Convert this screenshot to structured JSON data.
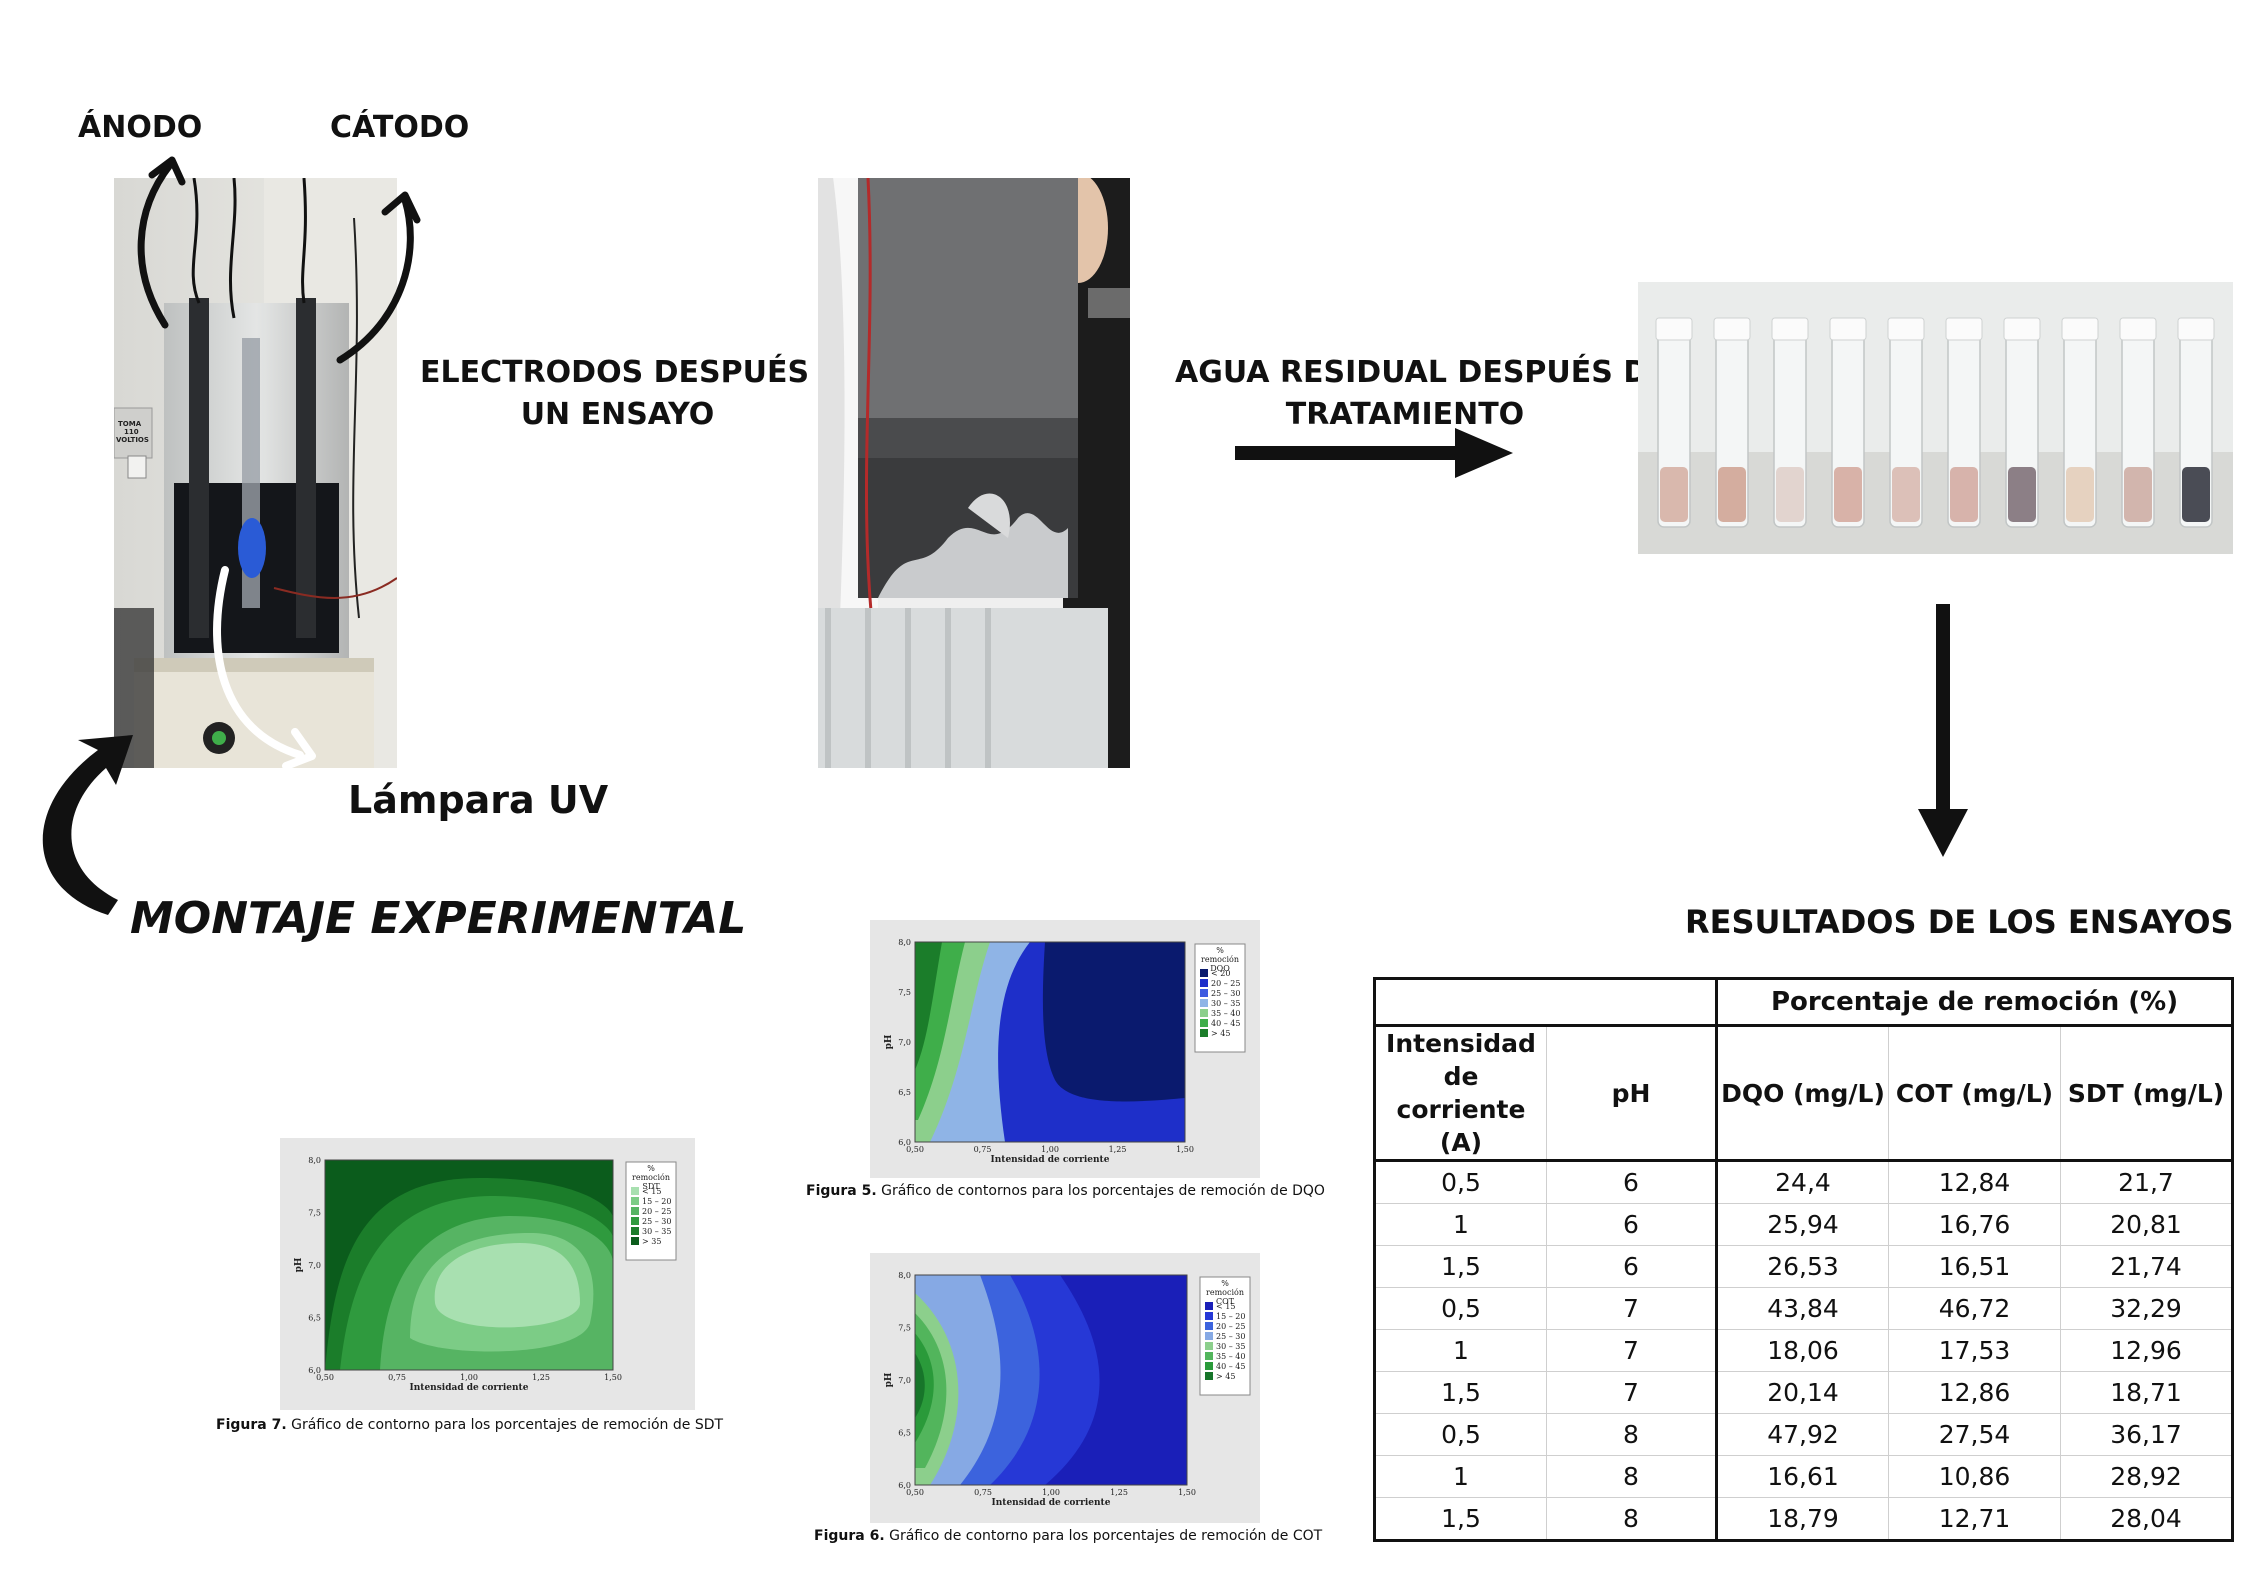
{
  "labels": {
    "anodo": "ÁNODO",
    "catodo": "CÁTODO",
    "electrodos_line1": "ELECTRODOS DESPUÉS DE",
    "electrodos_line2": "UN ENSAYO",
    "agua_line1": "AGUA RESIDUAL DESPUÉS DEL",
    "agua_line2": "TRATAMIENTO",
    "lampara": "Lámpara UV",
    "montaje": "MONTAJE EXPERIMENTAL",
    "resultados": "RESULTADOS DE LOS ENSAYOS"
  },
  "photo_text": {
    "toma_line1": "TOMA",
    "toma_line2": "110",
    "toma_line3": "VOLTIOS"
  },
  "figures": {
    "fig5": {
      "caption_bold": "Figura 5.",
      "caption_text": " Gráfico de contornos para los porcentajes de remoción de DQO",
      "legend_title": [
        "%",
        "remoción",
        "DQO"
      ],
      "legend_items": [
        "< 20",
        "20 – 25",
        "25 – 30",
        "30 – 35",
        "35 – 40",
        "40 – 45",
        "> 45"
      ],
      "legend_colors": [
        "#0a1a6e",
        "#1e2fc9",
        "#3d5be0",
        "#8fb4e6",
        "#8ccf8c",
        "#3fae4a",
        "#1b7d2a"
      ],
      "x_ticks": [
        "0,50",
        "0,75",
        "1,00",
        "1,25",
        "1,50"
      ],
      "y_ticks": [
        "8,0",
        "7,5",
        "7,0",
        "6,5",
        "6,0"
      ],
      "xlabel": "Intensidad de corriente",
      "ylabel": "pH"
    },
    "fig6": {
      "caption_bold": "Figura 6.",
      "caption_text": " Gráfico de contorno para los porcentajes de remoción de COT",
      "legend_title": [
        "%",
        "remoción",
        "COT"
      ],
      "legend_items": [
        "< 15",
        "15 – 20",
        "20 – 25",
        "25 – 30",
        "30 – 35",
        "35 – 40",
        "40 – 45",
        "> 45"
      ],
      "legend_colors": [
        "#1a1fb8",
        "#2638d6",
        "#3c63dd",
        "#86a9e4",
        "#8ccf8c",
        "#52b55c",
        "#2a9a3a",
        "#17752a"
      ],
      "x_ticks": [
        "0,50",
        "0,75",
        "1,00",
        "1,25",
        "1,50"
      ],
      "y_ticks": [
        "8,0",
        "7,5",
        "7,0",
        "6,5",
        "6,0"
      ],
      "xlabel": "Intensidad de corriente",
      "ylabel": "pH"
    },
    "fig7": {
      "caption_bold": "Figura 7.",
      "caption_text": " Gráfico de contorno para los porcentajes de remoción de SDT",
      "legend_title": [
        "%",
        "remoción",
        "SDT"
      ],
      "legend_items": [
        "< 15",
        "15 – 20",
        "20 – 25",
        "25 – 30",
        "30 – 35",
        "> 35"
      ],
      "legend_colors": [
        "#a8e0b0",
        "#7ccc86",
        "#56b463",
        "#2f9a3e",
        "#1b7d2a",
        "#0b5c1c"
      ],
      "x_ticks": [
        "0,50",
        "0,75",
        "1,00",
        "1,25",
        "1,50"
      ],
      "y_ticks": [
        "8,0",
        "7,5",
        "7,0",
        "6,5",
        "6,0"
      ],
      "xlabel": "Intensidad de corriente",
      "ylabel": "pH"
    }
  },
  "table": {
    "group_header": "Porcentaje de remoción (%)",
    "columns": [
      "Intensidad de corriente (A)",
      "pH",
      "DQO (mg/L)",
      "COT (mg/L)",
      "SDT (mg/L)"
    ],
    "rows": [
      [
        "0,5",
        "6",
        "24,4",
        "12,84",
        "21,7"
      ],
      [
        "1",
        "6",
        "25,94",
        "16,76",
        "20,81"
      ],
      [
        "1,5",
        "6",
        "26,53",
        "16,51",
        "21,74"
      ],
      [
        "0,5",
        "7",
        "43,84",
        "46,72",
        "32,29"
      ],
      [
        "1",
        "7",
        "18,06",
        "17,53",
        "12,96"
      ],
      [
        "1,5",
        "7",
        "20,14",
        "12,86",
        "18,71"
      ],
      [
        "0,5",
        "8",
        "47,92",
        "27,54",
        "36,17"
      ],
      [
        "1",
        "8",
        "16,61",
        "10,86",
        "28,92"
      ],
      [
        "1,5",
        "8",
        "18,79",
        "12,71",
        "28,04"
      ]
    ]
  },
  "colors": {
    "arrow": "#111111",
    "dqo_dark": "#0a1a6e",
    "cot_blue": "#1a1fb8",
    "sdt_green": "#1b7d2a"
  }
}
